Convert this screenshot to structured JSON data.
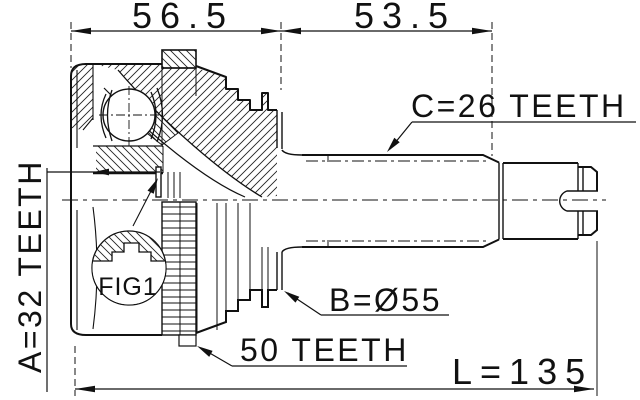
{
  "drawing": {
    "dim_top_left": "56.5",
    "dim_top_right": "53.5",
    "dim_length": "L=135",
    "label_shaft_spline": "C=26 TEETH",
    "label_inner_spline": "A=32 TEETH",
    "label_diameter": "B=Ø55",
    "label_abs_ring": "50 TEETH",
    "label_detail": "FIG1"
  }
}
